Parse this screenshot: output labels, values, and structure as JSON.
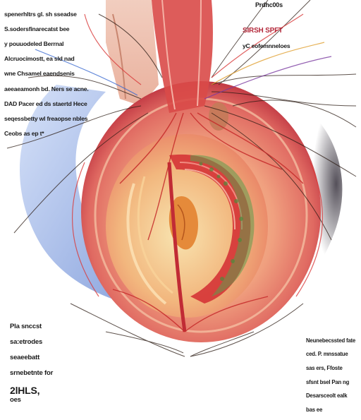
{
  "labels": {
    "top_left": [
      "spenerhltrs gl. sh sseadse",
      "S.sodersfinarecatst bee",
      "y pouuodeled Berrnal",
      "Alcruocimostt, ea sld nad",
      "wne Chsamel eaendsenis",
      "aeeaeamonh bd. Ners se acne.",
      "DAD Pacer ed ds staertd Hece",
      "seqessbetty wl freaopse nbles",
      "Ceobs as ep t*"
    ],
    "top_right_header": "Prdhc00s",
    "top_right_title": "SIRSH SPFT",
    "top_right_sub": "yC eofemnneloes",
    "bottom_left_small": [
      "Pla snccst",
      "sa:etrodes",
      "seaeebatt",
      "srnebetnte for"
    ],
    "bottom_left_big": "2lHLS,",
    "bottom_left_suffix": "oes",
    "bottom_right": [
      "Neunebecssted fate",
      "ced. P. mnssatue",
      "sas ers, Ffoste",
      "sfsnt bsel Pan ng",
      "Desarsceolt ealk",
      "bas ee"
    ]
  },
  "icons": {
    "illustration": "anatomical-cross-section-illustration"
  },
  "colors": {
    "outer_flesh": "#f4a48a",
    "inner_core": "#f2c078",
    "muscle_red": "#d63a3a",
    "nerve_dark": "#2a1a12",
    "blue_wrap": "#5b7fd0",
    "tissue_green": "#5f9a4c"
  }
}
